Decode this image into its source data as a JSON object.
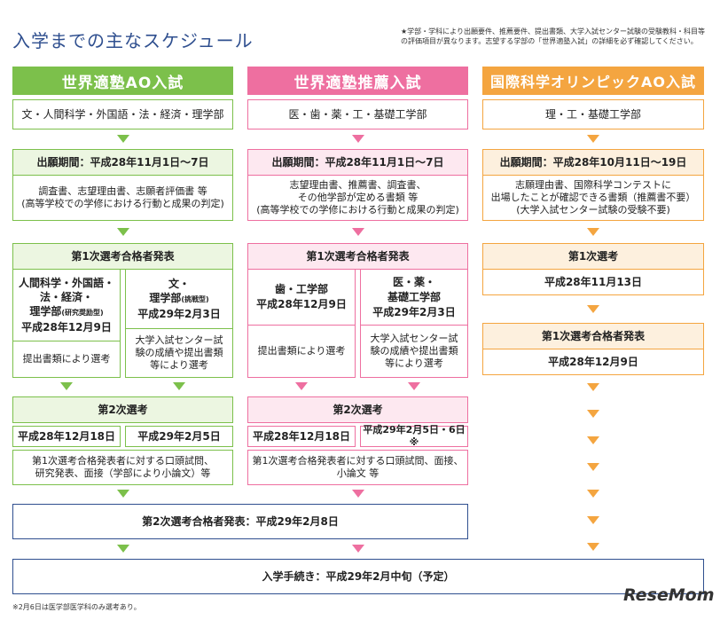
{
  "title": "入学までの主なスケジュール",
  "note": "★学部・学科により出願要件、推薦要件、提出書類、大学入試センター試験の受験教科・科目等の評価項目が異なります。志望する学部の「世界適塾入試」の詳細を必ず確認してください。",
  "footnote": "※2月6日は医学部医学科のみ選考あり。",
  "logo": "ReseMom",
  "colors": {
    "green": "#7cc04b",
    "pink": "#ee6fa0",
    "orange": "#f4a540",
    "navy": "#2f4f8f"
  },
  "ao": {
    "header": "世界適塾AO入試",
    "faculties": "文・人間科学・外国語・法・経済・理学部",
    "period": "出願期間：平成28年11月1日〜7日",
    "docs1": "調査書、志望理由書、志願者評価書 等",
    "docs2": "(高等学校での学修における行動と成果の判定)",
    "first_result": "第1次選考合格者発表",
    "left_fac1": "人間科学・外国語・",
    "left_fac2": "法・経済・",
    "left_fac3": "理学部",
    "left_fac3_small": "(研究奨励型)",
    "left_date": "平成28年12月9日",
    "left_method": "提出書類により選考",
    "right_fac1": "文・",
    "right_fac2": "理学部",
    "right_fac2_small": "(挑戦型)",
    "right_date": "平成29年2月3日",
    "right_method1": "大学入試センター試",
    "right_method2": "験の成績や提出書類",
    "right_method3": "等により選考",
    "second": "第2次選考",
    "second_date1": "平成28年12月18日",
    "second_date2": "平成29年2月5日",
    "second_desc1": "第1次選考合格発表者に対する口頭試問、",
    "second_desc2": "研究発表、面接（学部により小論文）等"
  },
  "rec": {
    "header": "世界適塾推薦入試",
    "faculties": "医・歯・薬・工・基礎工学部",
    "period": "出願期間：平成28年11月1日〜7日",
    "docs1": "志望理由書、推薦書、調査書、",
    "docs2": "その他学部が定める書類 等",
    "docs3": "(高等学校での学修における行動と成果の判定)",
    "first_result": "第1次選考合格者発表",
    "left_fac": "歯・工学部",
    "left_date": "平成28年12月9日",
    "left_method": "提出書類により選考",
    "right_fac1": "医・薬・",
    "right_fac2": "基礎工学部",
    "right_date": "平成29年2月3日",
    "right_method1": "大学入試センター試",
    "right_method2": "験の成績や提出書類",
    "right_method3": "等により選考",
    "second": "第2次選考",
    "second_date1": "平成28年12月18日",
    "second_date2": "平成29年2月5日・6日※",
    "second_desc1": "第1次選考合格発表者に対する口頭試問、面接、",
    "second_desc2": "小論文 等"
  },
  "oly": {
    "header": "国際科学オリンピックAO入試",
    "faculties": "理・工・基礎工学部",
    "period": "出願期間：平成28年10月11日〜19日",
    "docs1": "志願理由書、国際科学コンテストに",
    "docs2": "出場したことが確認できる書類（推薦書不要）",
    "docs3": "(大学入試センター試験の受験不要)",
    "first": "第1次選考",
    "first_date": "平成28年11月13日",
    "first_result": "第1次選考合格者発表",
    "result_date": "平成28年12月9日"
  },
  "final_result": "第2次選考合格者発表：平成29年2月8日",
  "enroll": "入学手続き：平成29年2月中旬（予定）"
}
